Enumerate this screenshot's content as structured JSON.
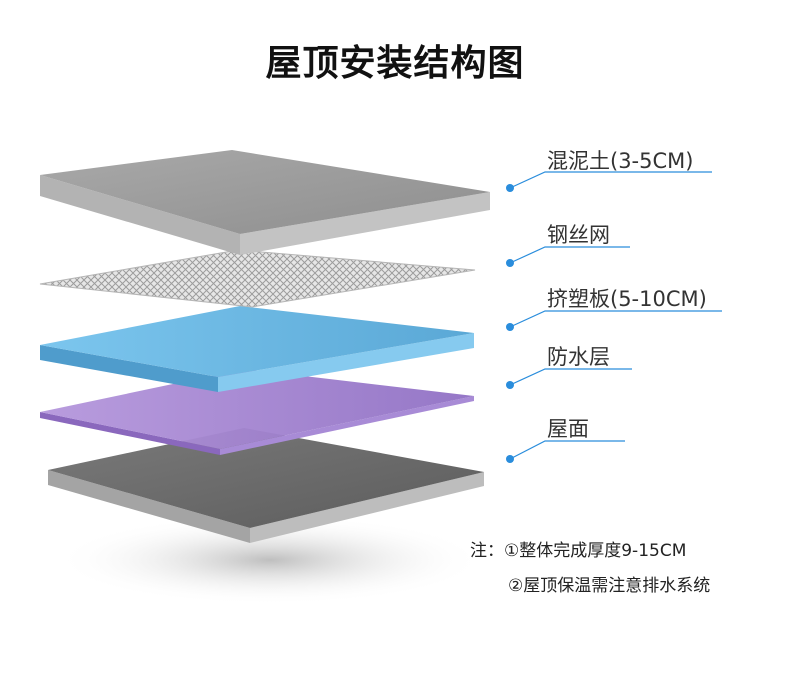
{
  "title": "屋顶安装结构图",
  "colors": {
    "accent": "#2a8ddc",
    "concrete": "#9a9a9a",
    "mesh": "#c8c8c8",
    "insulation": "#6ab8e2",
    "waterproof": "#a783d0",
    "roof": "#6f6f6f"
  },
  "layers": [
    {
      "key": "concrete",
      "label": "混泥土(3-5CM)"
    },
    {
      "key": "mesh",
      "label": "钢丝网"
    },
    {
      "key": "insulation",
      "label": "挤塑板(5-10CM)"
    },
    {
      "key": "waterproof",
      "label": "防水层"
    },
    {
      "key": "roof",
      "label": "屋面"
    }
  ],
  "notes": {
    "prefix": "注：",
    "line1": "①整体完成厚度9-15CM",
    "line2": "②屋顶保温需注意排水系统"
  }
}
